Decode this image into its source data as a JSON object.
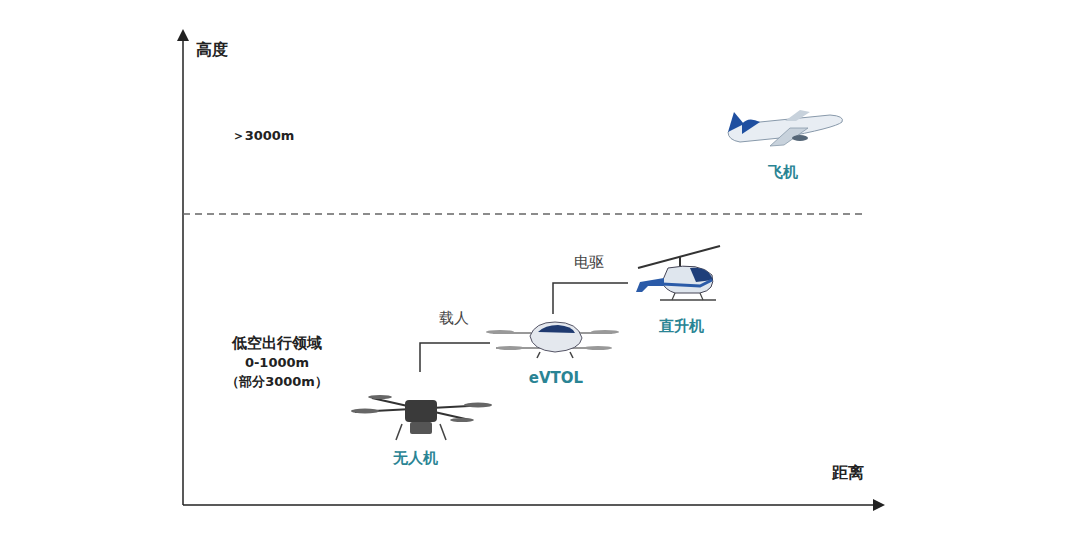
{
  "diagram": {
    "labels": [
      "高度",
      "距离",
      "＞3000m",
      "飞机",
      "低空出行领域",
      "0-1000m",
      "（部分3000m）",
      "载人",
      "电驱",
      "无人机",
      "eVTOL",
      "直升机"
    ]
  }
}
